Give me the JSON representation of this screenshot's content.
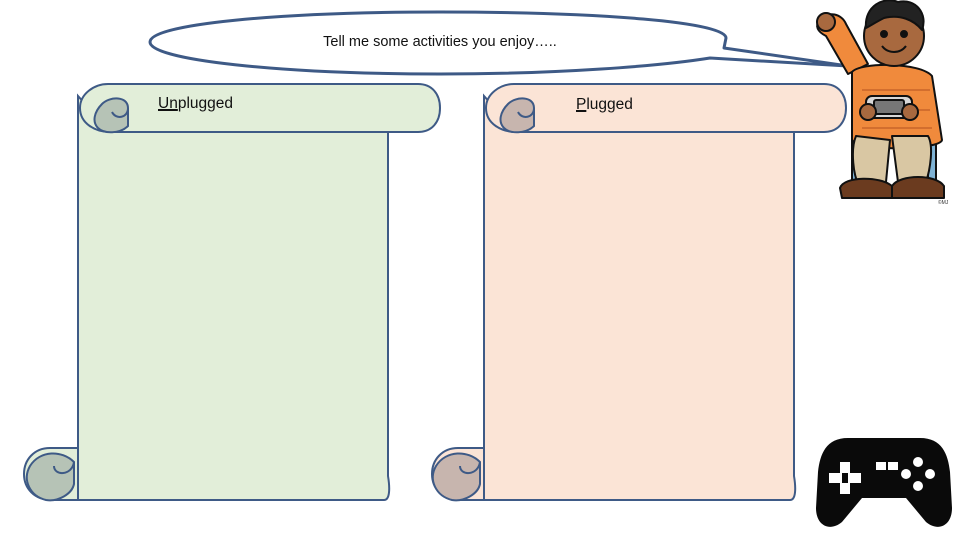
{
  "speech_bubble": {
    "text": "Tell me some activities you enjoy….."
  },
  "unplugged_scroll": {
    "heading_underlined": "Un",
    "heading_rest": "plugged",
    "fill_color": "#e2eed9",
    "curl_color": "#b6c3b6",
    "border_color": "#3e5a86"
  },
  "plugged_scroll": {
    "heading_underlined": "P",
    "heading_rest": "lugged",
    "fill_color": "#fbe4d6",
    "curl_color": "#c7b5ae",
    "border_color": "#3e5a86"
  },
  "illustrations": {
    "child": "child-with-handheld-game-icon",
    "controller": "game-controller-icon",
    "signature": "©MJ"
  }
}
